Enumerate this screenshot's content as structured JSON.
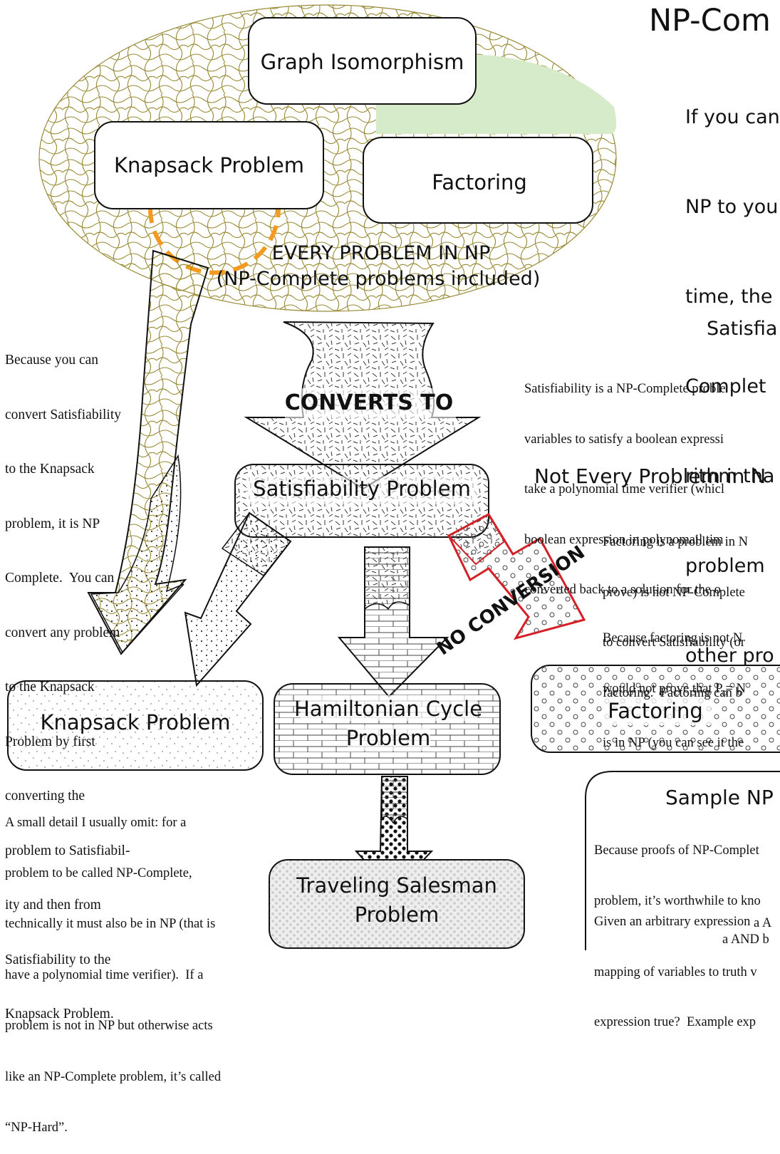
{
  "colors": {
    "accent_orange": "#f39a1f",
    "no_conversion_red": "#d42027",
    "blob_green": "#d6ebc9",
    "blob_texture": "#9a8a35",
    "stroke": "#111111"
  },
  "header": {
    "title": "NP-Com",
    "intro_lines": [
      "If you can",
      "NP to you",
      "time, the",
      "Complet",
      "rithm tha",
      "problem",
      "other pro"
    ]
  },
  "np_region": {
    "label_line1": "EVERY PROBLEM IN NP",
    "label_line2": "(NP-Complete problems included)",
    "boxes": {
      "graph_iso": "Graph Isomorphism",
      "knapsack": "Knapsack Problem",
      "factoring": "Factoring"
    }
  },
  "arrows": {
    "converts_to": "CONVERTS TO",
    "no_conversion": "NO CONVERSION"
  },
  "nodes": {
    "satisfiability": "Satisfiability Problem",
    "knapsack": "Knapsack Problem",
    "hamiltonian_line1": "Hamiltonian Cycle",
    "hamiltonian_line2": "Problem",
    "factoring": "Factoring",
    "tsp_line1": "Traveling Salesman",
    "tsp_line2": "Problem"
  },
  "left_note_lines": [
    "Because you can",
    "convert Satisfiability",
    "to the Knapsack",
    "problem, it is NP",
    "Complete.  You can",
    "convert any problem",
    "to the Knapsack",
    "Problem by first",
    "converting the",
    "problem to Satisfiabil-",
    "ity and then from",
    "Satisfiability to the",
    "Knapsack Problem."
  ],
  "bottom_note_lines": [
    "A small detail I usually omit: for a",
    "problem to be called NP-Complete,",
    "technically it must also be in NP (that is",
    "have a polynomial time verifier).  If a",
    "problem is not in NP but otherwise acts",
    "like an NP-Complete problem, it’s called",
    "“NP-Hard”."
  ],
  "satisfiability_section": {
    "heading": "Satisfia",
    "lines": [
      "Satisfiability is a NP-Complete proble",
      "variables to satisfy a boolean expressi",
      "take a polynomial time verifier (whicl",
      "boolean expression in polynomail tim",
      "converted back to a solution for the o"
    ]
  },
  "not_every_section": {
    "heading": "Not Every Problem in N",
    "lines": [
      "Factoring is a problem in N",
      "prove) is not NP-Complete",
      "to convert Satisfiability (or",
      "factoring.  Factoring can b",
      "is in NP (you can see it the"
    ],
    "lines2": [
      "Because factoring is not N",
      "would not prove that P = N"
    ]
  },
  "sample_section": {
    "heading": "Sample NP",
    "lines": [
      "Because proofs of NP-Complet",
      "problem, it’s worthwhile to kno"
    ],
    "lines2": [
      "Given an arbitrary expression",
      "mapping of variables to truth v",
      "expression true?  Example exp"
    ],
    "ex1": "a A",
    "ex2": "a AND b"
  }
}
